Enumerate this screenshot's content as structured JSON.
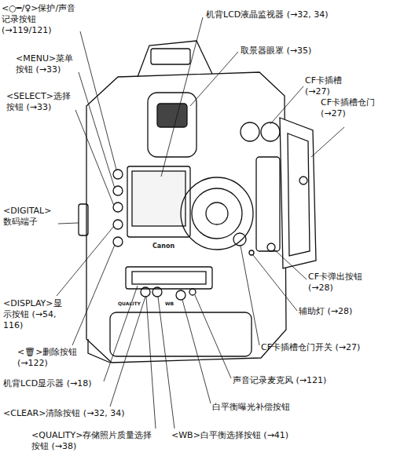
{
  "diagram": {
    "labels": [
      "<○━/♀>保护/声音记录按钮 (→119/121)",
      "<MENU>菜单按钮 (→33)",
      "<SELECT>选择按钮 (→33)",
      "<DIGITAL>数码端子",
      "<DISPLAY>显示按钮 (→54, 116)",
      "<🗑>删除按钮 (→122)",
      "机背LCD显示器 (→18)",
      "<CLEAR>清除按钮 (→32, 34)",
      "<QUALITY>存储照片质量选择按钮 (→38)",
      "机背LCD液晶监视器 (→32, 34)",
      "取景器眼罩 (→35)",
      "CF卡插槽 (→27)",
      "CF卡插槽仓门 (→27)",
      "CF卡弹出按钮 (→28)",
      "辅助灯 (→28)",
      "CF卡插槽仓门开关 (→27)",
      "声音记录麦克风 (→121)",
      "白平衡曝光补偿按钮",
      "<WB>白平衡选择按钮 (→41)",
      "Canon",
      "QUALITY",
      "WB"
    ]
  }
}
